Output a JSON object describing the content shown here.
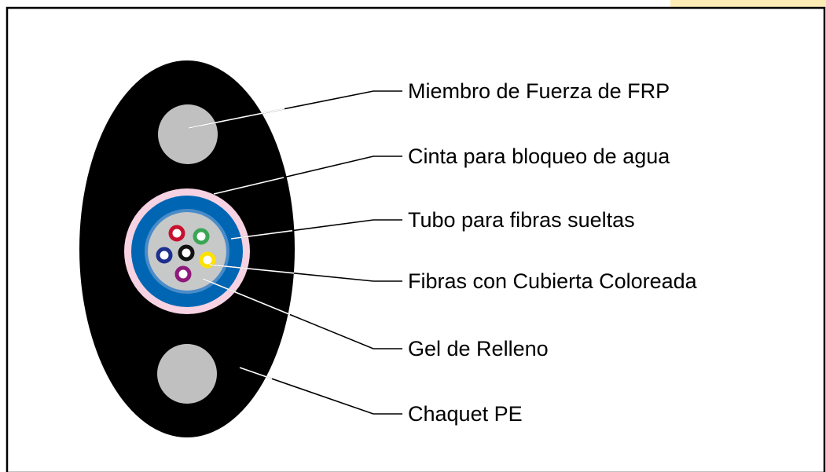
{
  "labels": [
    "Miembro de Fuerza de FRP",
    "Cinta para bloqueo de agua",
    "Tubo para fibras sueltas",
    "Fibras con Cubierta Coloreada",
    "Gel de Relleno",
    "Chaquet PE"
  ],
  "colors": {
    "jacket": "#000000",
    "strength_member": "#c0c0c0",
    "water_blocking_tape": "#f6d2e2",
    "loose_tube": "#0066b3",
    "gel": "#c7c8c8",
    "tab_accent": "#fdebb5",
    "fibers": [
      "#c8102e",
      "#3aa655",
      "#1d2f8f",
      "#111111",
      "#ffe100",
      "#8f1a7a"
    ]
  }
}
